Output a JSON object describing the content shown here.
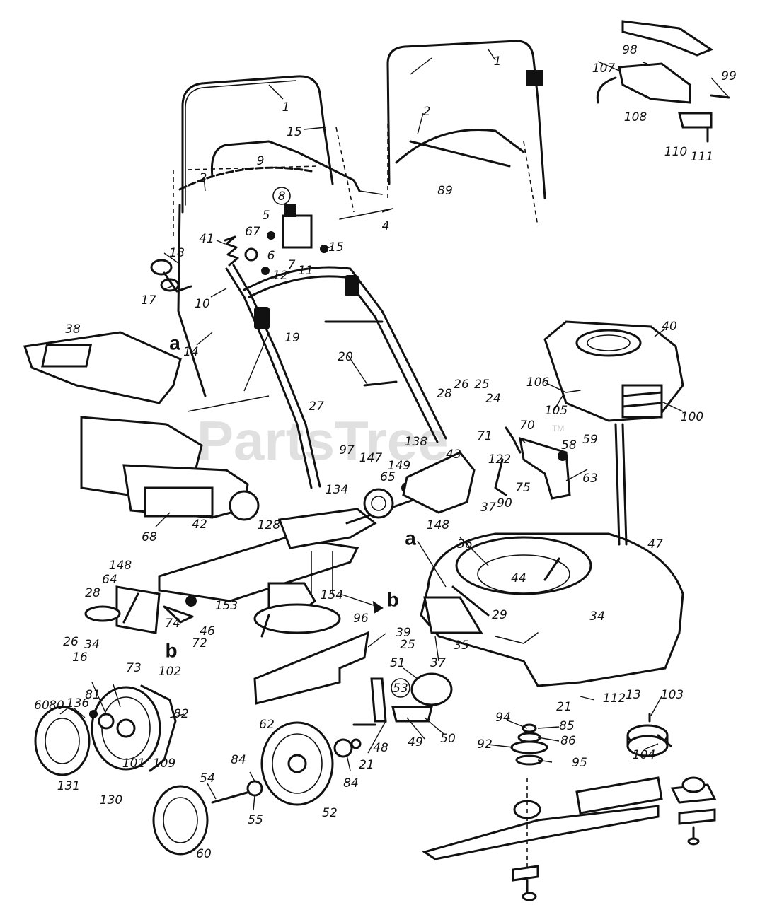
{
  "watermark": {
    "text": "PartsTree",
    "trademark": "TM"
  },
  "callouts": {
    "c1a": "1",
    "c1b": "1",
    "c2a": "2",
    "c2b": "2",
    "c4": "4",
    "c5": "5",
    "c6": "6",
    "c7": "7",
    "c8": "8",
    "c9": "9",
    "c10": "10",
    "c11": "11",
    "c12": "12",
    "c13": "13",
    "c14": "14",
    "c15a": "15",
    "c15b": "15",
    "c16": "16",
    "c17": "17",
    "c18": "18",
    "c19": "19",
    "c20": "20",
    "c21a": "21",
    "c21b": "21",
    "c24": "24",
    "c25a": "25",
    "c25b": "25",
    "c26a": "26",
    "c26b": "26",
    "c27": "27",
    "c28a": "28",
    "c28b": "28",
    "c29": "29",
    "c34a": "34",
    "c34b": "34",
    "c35": "35",
    "c36": "36",
    "c37a": "37",
    "c37b": "37",
    "c38": "38",
    "c39": "39",
    "c40": "40",
    "c41": "41",
    "c42": "42",
    "c43": "43",
    "c44": "44",
    "c46": "46",
    "c47": "47",
    "c48": "48",
    "c49": "49",
    "c50": "50",
    "c51": "51",
    "c52": "52",
    "c53": "53",
    "c54": "54",
    "c55": "55",
    "c58": "58",
    "c59": "59",
    "c60a": "60",
    "c60b": "60",
    "c62": "62",
    "c63": "63",
    "c64": "64",
    "c65": "65",
    "c67": "67",
    "c68": "68",
    "c70": "70",
    "c71": "71",
    "c72": "72",
    "c73": "73",
    "c74": "74",
    "c75": "75",
    "c80": "80",
    "c81": "81",
    "c82": "82",
    "c84a": "84",
    "c84b": "84",
    "c85": "85",
    "c86": "86",
    "c89": "89",
    "c90": "90",
    "c92": "92",
    "c94": "94",
    "c95": "95",
    "c96": "96",
    "c97": "97",
    "c98": "98",
    "c99": "99",
    "c100": "100",
    "c101": "101",
    "c102": "102",
    "c103": "103",
    "c104": "104",
    "c105": "105",
    "c106": "106",
    "c107": "107",
    "c108": "108",
    "c109": "109",
    "c110": "110",
    "c111": "111",
    "c112": "112",
    "c122": "122",
    "c128": "128",
    "c130": "130",
    "c131": "131",
    "c134": "134",
    "c136": "136",
    "c138": "138",
    "c147": "147",
    "c148a": "148",
    "c148b": "148",
    "c149": "149",
    "c153": "153",
    "c154": "154"
  },
  "letters": {
    "a1": "a",
    "a2": "a",
    "b1": "b",
    "b2": "b"
  }
}
